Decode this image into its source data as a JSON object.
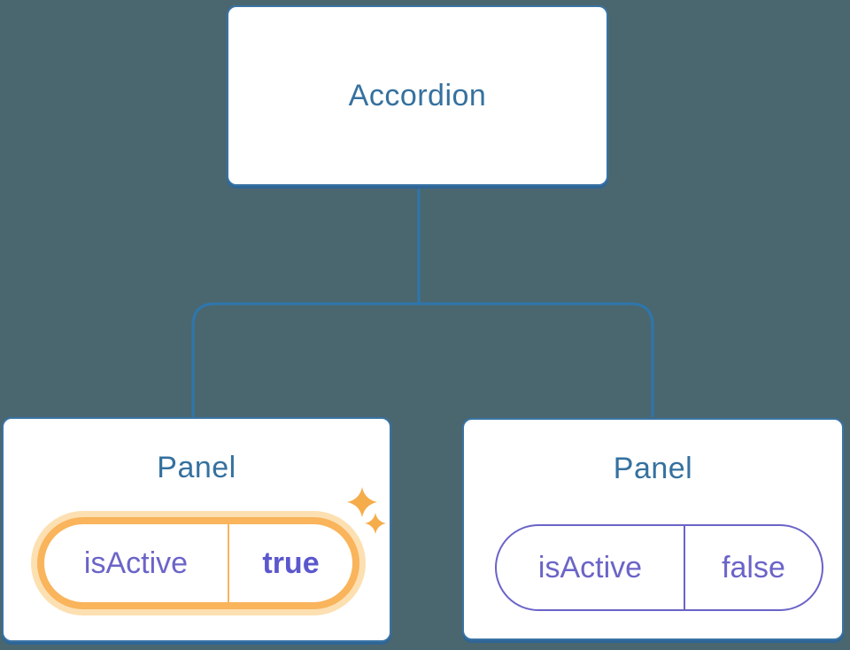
{
  "diagram": {
    "type": "component-tree",
    "background_color": "#4A6770",
    "connector_color": "#2E76AC",
    "box_border_color": "#3973A4",
    "box_title_color": "#35719F",
    "state_text_color": "#6B64C8",
    "state_value_bold_color": "#5B57CD",
    "highlight_ring_color": "#F9B45C",
    "highlight_halo_color": "#FCE0B2",
    "sparkle_color": "#F5AC4A",
    "root": {
      "label": "Accordion"
    },
    "children": [
      {
        "label": "Panel",
        "state": {
          "key": "isActive",
          "value": "true",
          "highlighted": true,
          "sparkles": "sparkles-icon"
        }
      },
      {
        "label": "Panel",
        "state": {
          "key": "isActive",
          "value": "false",
          "highlighted": false
        }
      }
    ]
  }
}
